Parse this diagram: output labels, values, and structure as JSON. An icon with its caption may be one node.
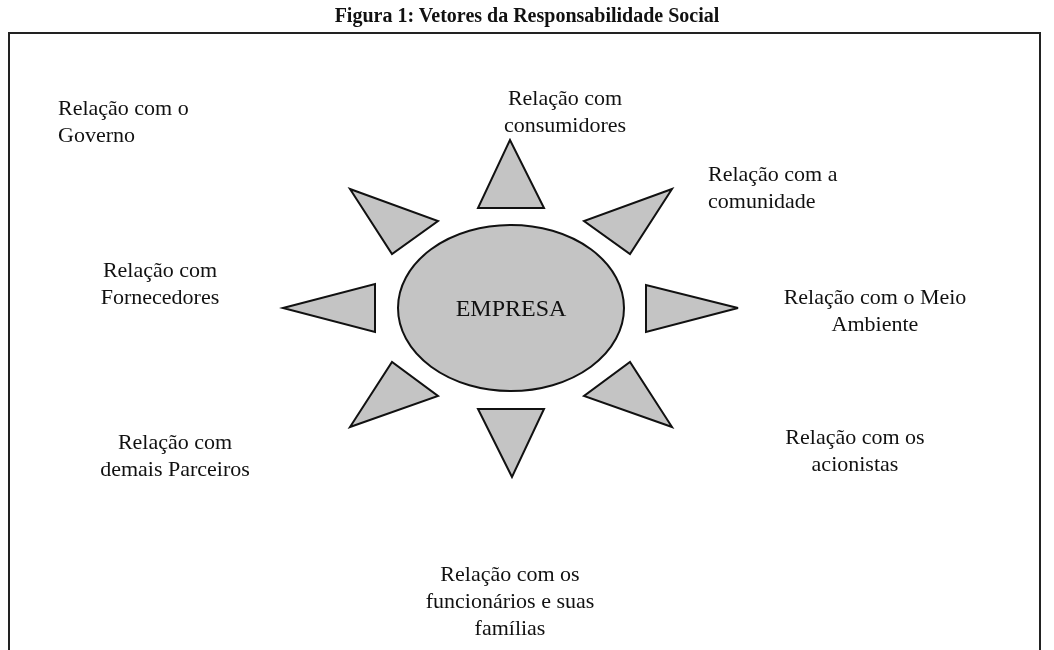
{
  "diagram": {
    "title": "Figura 1: Vetores da Responsabilidade Social",
    "nodes": [
      {
        "text": [
          "EMPRESA"
        ]
      }
    ],
    "labels": [
      "Relação com consumidores",
      "Relação com o Governo",
      "Relação com a comunidade",
      "Relação com Fornecedores",
      "Relação com o Meio Ambiente",
      "Relação com os acionistas",
      "Relação com demais Parceiros",
      "Relação com os funcionários e suas famílias"
    ]
  }
}
